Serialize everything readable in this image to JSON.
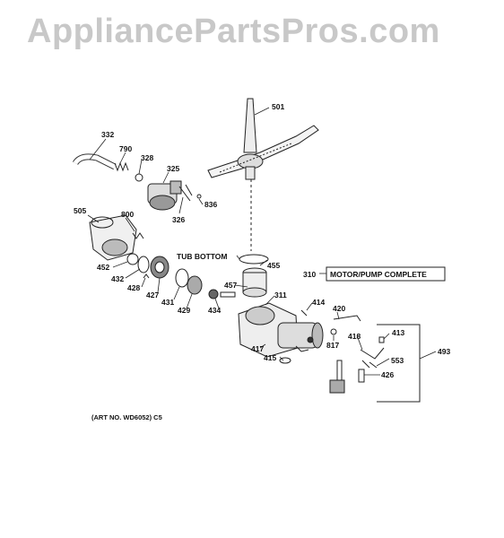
{
  "watermark": "AppliancePartsPros.com",
  "labels": {
    "p501": "501",
    "p332": "332",
    "p790": "790",
    "p328": "328",
    "p325": "325",
    "p836": "836",
    "p326": "326",
    "p505": "505",
    "p800": "800",
    "p452": "452",
    "p432": "432",
    "p428": "428",
    "p427": "427",
    "p431": "431",
    "p429": "429",
    "p434": "434",
    "p457": "457",
    "p311": "311",
    "p455": "455",
    "p414": "414",
    "p420": "420",
    "p417": "417",
    "p415": "415",
    "p817": "817",
    "p418": "418",
    "p413": "413",
    "p553": "553",
    "p426": "426",
    "p493": "493",
    "p310": "310"
  },
  "callouts": {
    "tub_bottom": "TUB BOTTOM",
    "motor_pump": "MOTOR/PUMP COMPLETE"
  },
  "art_no": "(ART NO. WD6052) C5"
}
